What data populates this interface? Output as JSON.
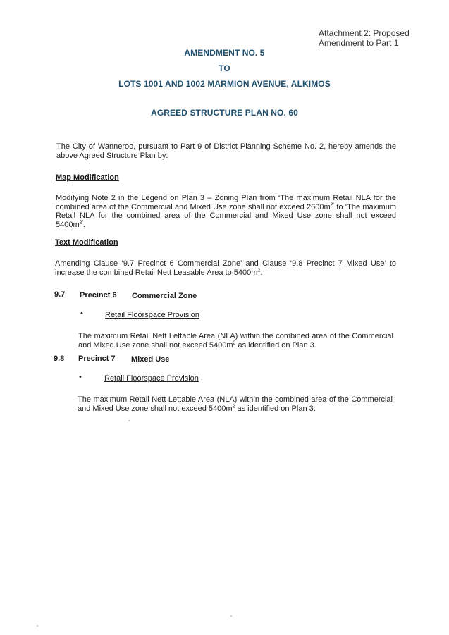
{
  "attachment": {
    "line1": "Attachment 2: Proposed",
    "line2": "Amendment to Part 1"
  },
  "headings": {
    "amendment": "AMENDMENT NO. 5",
    "to": "TO",
    "lots": "LOTS 1001 AND 1002 MARMION AVENUE, ALKIMOS",
    "plan": "AGREED STRUCTURE PLAN NO. 60"
  },
  "intro": "The City of Wanneroo, pursuant to Part 9 of District Planning Scheme No. 2, hereby amends the above Agreed Structure Plan by:",
  "map_modification": {
    "title": "Map Modification",
    "text_part1": "Modifying Note 2 in the Legend on Plan 3 – Zoning Plan from ‘The maximum Retail NLA for the combined area of the Commercial and Mixed Use zone shall not exceed 2600m",
    "text_sup1": "2’",
    "text_part2": " to ‘The maximum Retail NLA for the combined area of the Commercial and Mixed Use zone shall not exceed 5400m",
    "text_sup2": "2’",
    "text_part3": "."
  },
  "text_modification": {
    "title": "Text Modification",
    "text_part1": "Amending Clause ‘9.7 Precinct 6 Commercial Zone’ and Clause ‘9.8 Precinct 7 Mixed Use’ to increase the combined Retail Nett Leasable Area to 5400m",
    "text_sup": "2",
    "text_part2": "."
  },
  "clauses": [
    {
      "number": "9.7",
      "precinct": "Precinct 6",
      "zone": "Commercial Zone",
      "bullet": "•",
      "subheading": "Retail Floorspace Provision",
      "text_part1": "The maximum Retail Nett Lettable Area (NLA) within the combined area of the Commercial and Mixed Use zone shall not exceed 5400m",
      "text_sup": "2",
      "text_part2": " as identified on Plan 3."
    },
    {
      "number": "9.8",
      "precinct": "Precinct 7",
      "zone": "Mixed Use",
      "bullet": "•",
      "subheading": "Retail Floorspace Provision",
      "text_part1": "The maximum Retail Nett Lettable Area (NLA) within the combined area of the Commercial and Mixed Use zone shall not exceed 5400m",
      "text_sup": "2",
      "text_part2": " as identified on Plan 3."
    }
  ]
}
